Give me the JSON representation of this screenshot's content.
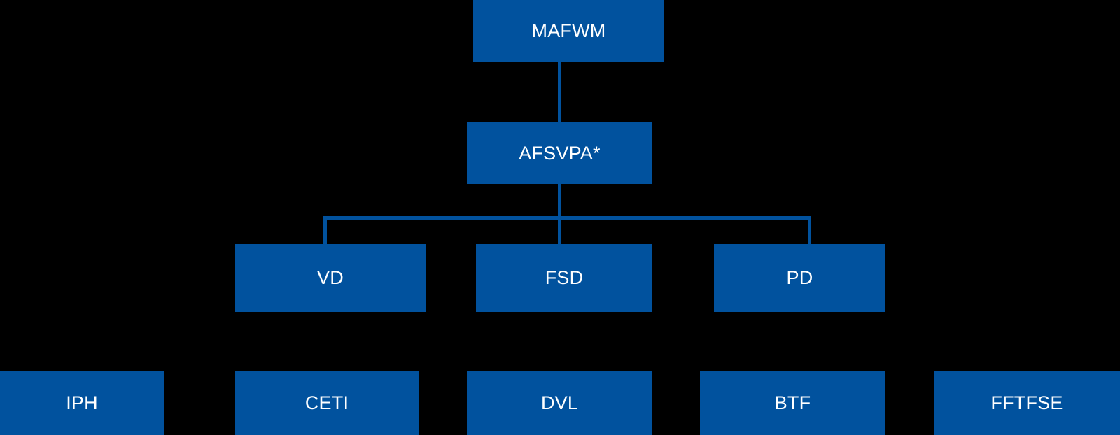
{
  "chart_data": {
    "type": "diagram",
    "diagram_type": "organizational-hierarchy-tree",
    "title": "",
    "orientation": "top-down",
    "accent_color": "#01529E",
    "background_color": "#000000",
    "text_color": "#FFFFFF",
    "levels": 4,
    "nodes": [
      {
        "id": "mafwm",
        "label": "MAFWM",
        "level": 1,
        "parent": null
      },
      {
        "id": "afsvpa",
        "label": "AFSVPA*",
        "level": 2,
        "parent": "mafwm"
      },
      {
        "id": "vd",
        "label": "VD",
        "level": 3,
        "parent": "afsvpa"
      },
      {
        "id": "fsd",
        "label": "FSD",
        "level": 3,
        "parent": "afsvpa"
      },
      {
        "id": "pd",
        "label": "PD",
        "level": 3,
        "parent": "afsvpa"
      },
      {
        "id": "iph",
        "label": "IPH",
        "level": 4,
        "parent": null
      },
      {
        "id": "ceti",
        "label": "CETI",
        "level": 4,
        "parent": null
      },
      {
        "id": "dvl",
        "label": "DVL",
        "level": 4,
        "parent": null
      },
      {
        "id": "btf",
        "label": "BTF",
        "level": 4,
        "parent": null
      },
      {
        "id": "fftfse",
        "label": "FFTFSE",
        "level": 4,
        "parent": null
      }
    ],
    "edges": [
      {
        "from": "mafwm",
        "to": "afsvpa"
      },
      {
        "from": "afsvpa",
        "to": "vd"
      },
      {
        "from": "afsvpa",
        "to": "fsd"
      },
      {
        "from": "afsvpa",
        "to": "pd"
      }
    ],
    "annotations": [
      {
        "text": "*",
        "attached_to": "afsvpa",
        "meaning": "footnote marker shown after AFSVPA label"
      }
    ]
  },
  "diagram": {
    "root": {
      "label": "MAFWM"
    },
    "level2": {
      "label": "AFSVPA*"
    },
    "level3": [
      {
        "label": "VD"
      },
      {
        "label": "FSD"
      },
      {
        "label": "PD"
      }
    ],
    "level4": [
      {
        "label": "IPH"
      },
      {
        "label": "CETI"
      },
      {
        "label": "DVL"
      },
      {
        "label": "BTF"
      },
      {
        "label": "FFTFSE"
      }
    ]
  }
}
